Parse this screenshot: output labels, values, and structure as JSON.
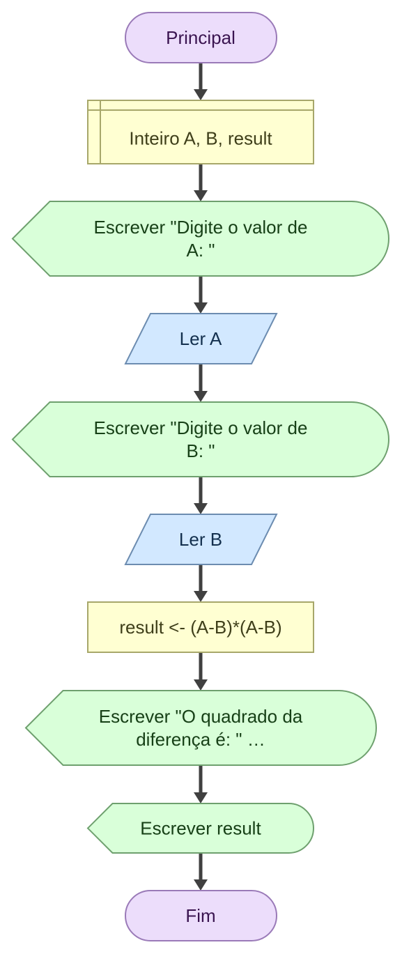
{
  "flowchart": {
    "nodes": [
      {
        "id": "start",
        "type": "terminal",
        "lines": [
          "Principal"
        ]
      },
      {
        "id": "decl",
        "type": "declaration",
        "lines": [
          "Inteiro A, B, result"
        ]
      },
      {
        "id": "out1",
        "type": "display",
        "lines": [
          "Escrever \"Digite o valor de",
          "A: \""
        ]
      },
      {
        "id": "in1",
        "type": "input",
        "lines": [
          "Ler A"
        ]
      },
      {
        "id": "out2",
        "type": "display",
        "lines": [
          "Escrever \"Digite o valor de",
          "B: \""
        ]
      },
      {
        "id": "in2",
        "type": "input",
        "lines": [
          "Ler B"
        ]
      },
      {
        "id": "proc",
        "type": "process",
        "lines": [
          "result <- (A-B)*(A-B)"
        ]
      },
      {
        "id": "out3",
        "type": "display",
        "lines": [
          "Escrever \"O quadrado da",
          "diferença é: \" …"
        ]
      },
      {
        "id": "out4",
        "type": "display",
        "lines": [
          "Escrever result"
        ]
      },
      {
        "id": "end",
        "type": "terminal",
        "lines": [
          "Fim"
        ]
      }
    ]
  },
  "colors": {
    "terminal_fill": "#ECDDFB",
    "terminal_stroke": "#9A7AB8",
    "terminal_text": "#3A1450",
    "declaration_fill": "#FFFFD2",
    "declaration_stroke": "#A7A76A",
    "declaration_text": "#3F3F1A",
    "display_fill": "#D9FFD9",
    "display_stroke": "#6EA06E",
    "display_text": "#174017",
    "input_fill": "#D2E8FF",
    "input_stroke": "#6C8CB0",
    "input_text": "#14304E",
    "process_fill": "#FFFFD2",
    "process_stroke": "#A7A76A",
    "process_text": "#3F3F1A",
    "arrow": "#404040"
  }
}
